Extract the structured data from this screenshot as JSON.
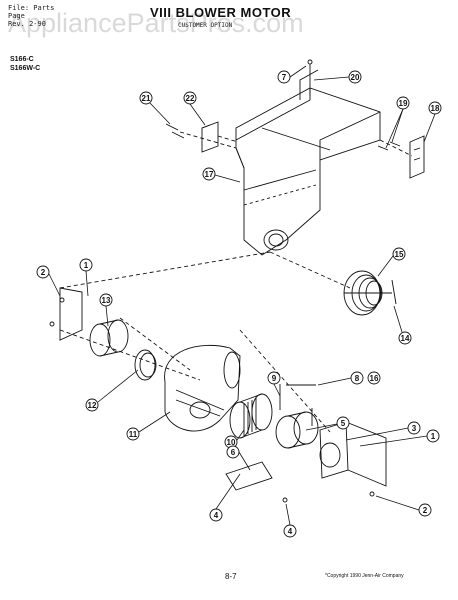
{
  "header": {
    "file_line": "File: Parts",
    "line2": "Page",
    "line3": "Rev. 2-90",
    "title": "VIII  BLOWER MOTOR",
    "subtitle": "CUSTOMER OPTION",
    "watermark": "AppliancePartsPros.com"
  },
  "models": [
    "S166-C",
    "S166W-C"
  ],
  "callouts": [
    "1",
    "2",
    "3",
    "4",
    "5",
    "6",
    "7",
    "8",
    "9",
    "10",
    "11",
    "12",
    "13",
    "14",
    "15",
    "16",
    "17",
    "18",
    "19",
    "20",
    "21",
    "22"
  ],
  "footer": {
    "page": "8-7",
    "copyright": "*Copyright 1990 Jenn-Air Company"
  }
}
